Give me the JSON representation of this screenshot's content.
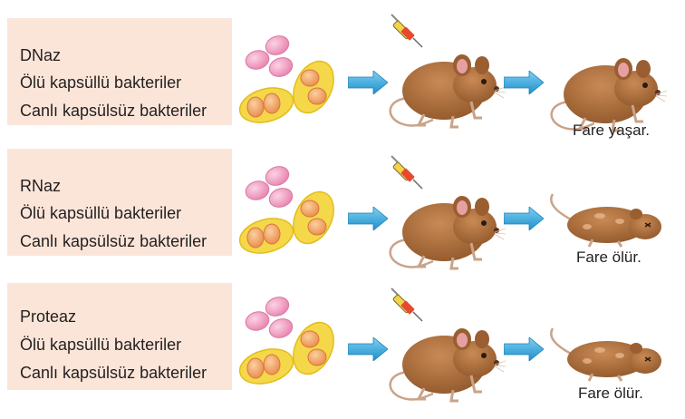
{
  "experiments": [
    {
      "enzyme": "DNaz",
      "line2": "Ölü kapsüllü bakteriler",
      "line3": "Canlı kapsülsüz bakteriler",
      "outcome": "Fare yaşar.",
      "result_state": "alive"
    },
    {
      "enzyme": "RNaz",
      "line2": "Ölü kapsüllü bakteriler",
      "line3": "Canlı kapsülsüz bakteriler",
      "outcome": "Fare ölür.",
      "result_state": "dead"
    },
    {
      "enzyme": "Proteaz",
      "line2": "Ölü kapsüllü bakteriler",
      "line3": "Canlı kapsülsüz bakteriler",
      "outcome": "Fare ölür.",
      "result_state": "dead"
    }
  ],
  "colors": {
    "label_background": "#fbe5d8",
    "arrow": "#3ba6d8",
    "mouse_body": "#a8693c",
    "pink_bacteria": "#f2a2c4",
    "capsule_yellow": "#f5d84a",
    "inner_bacteria": "#f0a060"
  },
  "icons": [
    "syringe-icon",
    "arrow-right-icon",
    "mouse-icon",
    "bacteria-icon"
  ]
}
